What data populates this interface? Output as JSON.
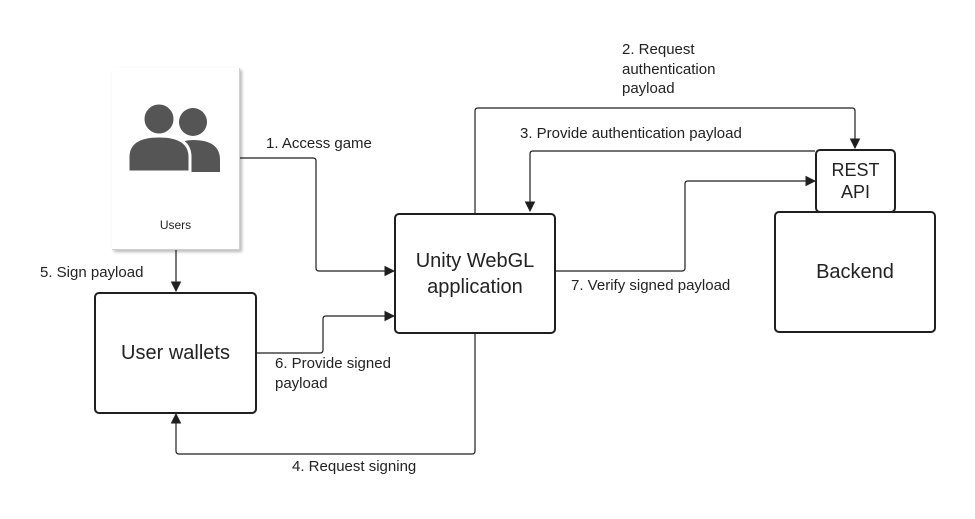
{
  "nodes": {
    "users": "Users",
    "unity_app": "Unity WebGL\napplication",
    "rest_api": "REST\nAPI",
    "backend": "Backend",
    "user_wallets": "User wallets"
  },
  "edges": {
    "access_game": "1. Access game",
    "request_auth_payload": "2. Request\nauthentication\npayload",
    "provide_auth_payload": "3. Provide authentication payload",
    "request_signing": "4. Request signing",
    "sign_payload": "5. Sign payload",
    "provide_signed_payload": "6. Provide signed\npayload",
    "verify_signed_payload": "7. Verify signed payload"
  },
  "icons": {
    "users": "users-group-icon"
  },
  "colors": {
    "stroke": "#1f1f1f",
    "icon": "#555555"
  }
}
